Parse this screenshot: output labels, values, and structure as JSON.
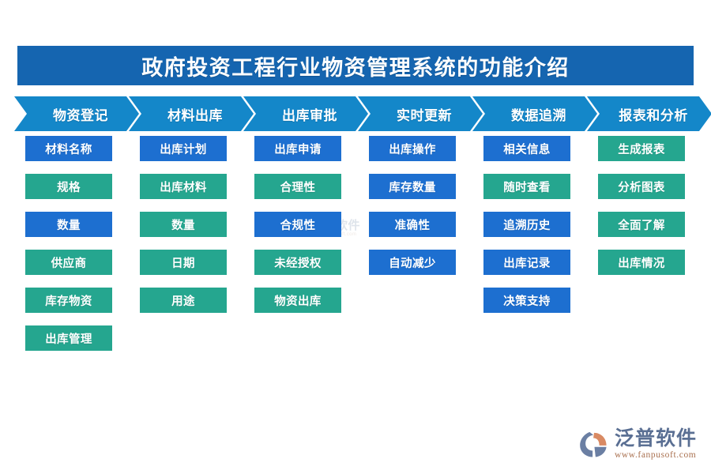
{
  "page": {
    "title": "政府投资工程行业物资管理系统的功能介绍",
    "background_color": "#ffffff"
  },
  "colors": {
    "banner_blue": "#1565b0",
    "arrow_blue": "#1487c9",
    "chip_blue": "#1d6fd0",
    "chip_teal": "#25a68f",
    "logo_text": "#5a6f93",
    "logo_url": "#a9704f"
  },
  "stages": [
    {
      "header": "物资登记",
      "items": [
        {
          "label": "材料名称",
          "color": "blue"
        },
        {
          "label": "规格",
          "color": "teal"
        },
        {
          "label": "数量",
          "color": "blue"
        },
        {
          "label": "供应商",
          "color": "teal"
        },
        {
          "label": "库存物资",
          "color": "teal"
        },
        {
          "label": "出库管理",
          "color": "teal"
        }
      ]
    },
    {
      "header": "材料出库",
      "items": [
        {
          "label": "出库计划",
          "color": "blue"
        },
        {
          "label": "出库材料",
          "color": "teal"
        },
        {
          "label": "数量",
          "color": "teal"
        },
        {
          "label": "日期",
          "color": "teal"
        },
        {
          "label": "用途",
          "color": "teal"
        }
      ]
    },
    {
      "header": "出库审批",
      "items": [
        {
          "label": "出库申请",
          "color": "blue"
        },
        {
          "label": "合理性",
          "color": "teal"
        },
        {
          "label": "合规性",
          "color": "blue"
        },
        {
          "label": "未经授权",
          "color": "teal"
        },
        {
          "label": "物资出库",
          "color": "teal"
        }
      ]
    },
    {
      "header": "实时更新",
      "items": [
        {
          "label": "出库操作",
          "color": "blue"
        },
        {
          "label": "库存数量",
          "color": "blue"
        },
        {
          "label": "准确性",
          "color": "blue"
        },
        {
          "label": "自动减少",
          "color": "blue"
        }
      ]
    },
    {
      "header": "数据追溯",
      "items": [
        {
          "label": "相关信息",
          "color": "blue"
        },
        {
          "label": "随时查看",
          "color": "teal"
        },
        {
          "label": "追溯历史",
          "color": "blue"
        },
        {
          "label": "出库记录",
          "color": "blue"
        },
        {
          "label": "决策支持",
          "color": "blue"
        }
      ]
    },
    {
      "header": "报表和分析",
      "items": [
        {
          "label": "生成报表",
          "color": "teal"
        },
        {
          "label": "分析图表",
          "color": "teal"
        },
        {
          "label": "全面了解",
          "color": "teal"
        },
        {
          "label": "出库情况",
          "color": "teal"
        }
      ]
    }
  ],
  "brand": {
    "name": "泛普软件",
    "url": "www.fanpusoft.com",
    "mark_icon": "fanpu-swoosh-logo-icon"
  },
  "watermark": {
    "name": "泛普软件",
    "url": "www.fanpusoft.com"
  }
}
